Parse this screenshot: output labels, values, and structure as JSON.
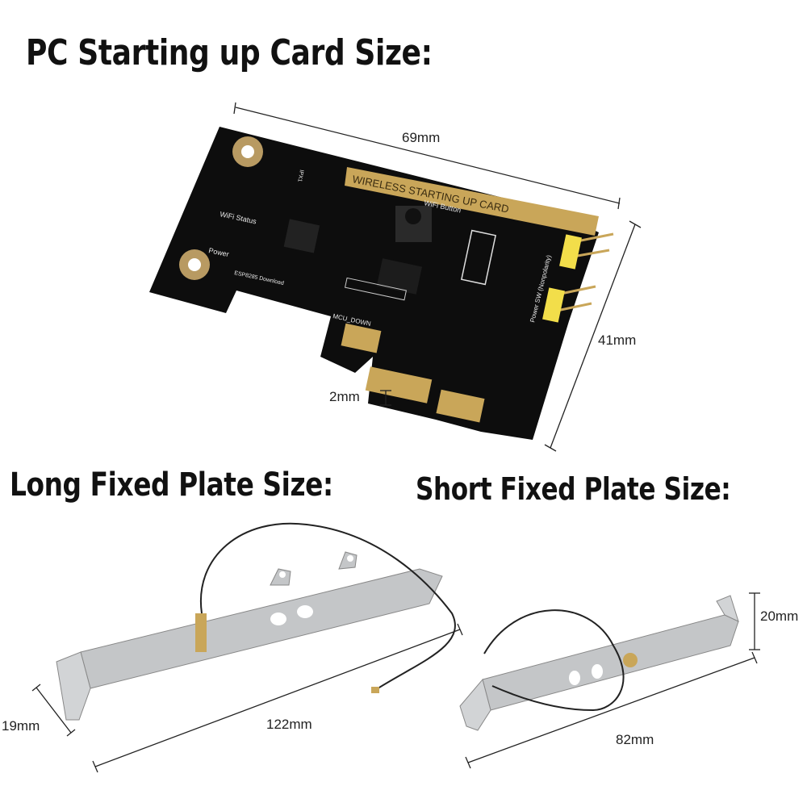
{
  "headings": {
    "card": "PC Starting up Card Size:",
    "long_plate": "Long Fixed Plate Size:",
    "short_plate": "Short Fixed Plate Size:"
  },
  "card": {
    "width": "69mm",
    "height": "41mm",
    "thickness": "2mm",
    "silk_title": "WIRELESS STARTING UP CARD",
    "silk_labels": [
      "WiFi Status",
      "Power",
      "ESP8285 Download",
      "MCU_DOWN",
      "WiFi Button",
      "Power SW (Nonpolarity)",
      "IPX1"
    ]
  },
  "long_plate": {
    "length": "122mm",
    "tab": "19mm"
  },
  "short_plate": {
    "length": "82mm",
    "tab": "20mm"
  },
  "colors": {
    "pcb": "#0d0d0d",
    "gold": "#c9a659",
    "bracket": "#c4c6c8",
    "header": "#f2de4a"
  }
}
